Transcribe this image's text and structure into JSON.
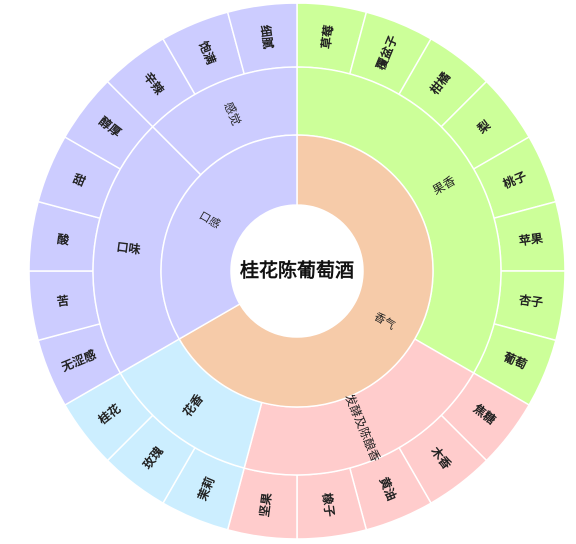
{
  "chart_data": {
    "type": "sunburst",
    "title": "桂花陈葡萄酒",
    "colors": {
      "aroma": "#f6cba9",
      "fruit": "#ccff99",
      "ferment": "#ffcccc",
      "taste": "#ccccff",
      "floral": "#cceeff"
    },
    "levels": {
      "level1": [
        {
          "name": "香气",
          "color_key": "aroma",
          "children_count": 16
        },
        {
          "name": "口感",
          "color_key": "taste",
          "children_count": 8
        }
      ],
      "level2": [
        {
          "name": "果香",
          "parent": "香气",
          "color_key": "fruit",
          "children_count": 8
        },
        {
          "name": "发酵及陈酿香",
          "parent": "香气",
          "color_key": "ferment",
          "children_count": 5
        },
        {
          "name": "花香",
          "parent": "香气",
          "color_key": "floral",
          "children_count": 3
        },
        {
          "name": "口味",
          "parent": "口感",
          "color_key": "taste",
          "children_count": 5
        },
        {
          "name": "感觉",
          "parent": "口感",
          "color_key": "taste",
          "children_count": 3
        }
      ],
      "level3": [
        {
          "name": "草莓",
          "parent": "果香",
          "color_key": "fruit",
          "value": 1
        },
        {
          "name": "覆盆子",
          "parent": "果香",
          "color_key": "fruit",
          "value": 1
        },
        {
          "name": "柑橘",
          "parent": "果香",
          "color_key": "fruit",
          "value": 1
        },
        {
          "name": "梨",
          "parent": "果香",
          "color_key": "fruit",
          "value": 1
        },
        {
          "name": "桃子",
          "parent": "果香",
          "color_key": "fruit",
          "value": 1
        },
        {
          "name": "苹果",
          "parent": "果香",
          "color_key": "fruit",
          "value": 1
        },
        {
          "name": "杏子",
          "parent": "果香",
          "color_key": "fruit",
          "value": 1
        },
        {
          "name": "葡萄",
          "parent": "果香",
          "color_key": "fruit",
          "value": 1
        },
        {
          "name": "焦糖",
          "parent": "发酵及陈酿香",
          "color_key": "ferment",
          "value": 1
        },
        {
          "name": "木香",
          "parent": "发酵及陈酿香",
          "color_key": "ferment",
          "value": 1
        },
        {
          "name": "黄油",
          "parent": "发酵及陈酿香",
          "color_key": "ferment",
          "value": 1
        },
        {
          "name": "橡子",
          "parent": "发酵及陈酿香",
          "color_key": "ferment",
          "value": 1
        },
        {
          "name": "坚果",
          "parent": "发酵及陈酿香",
          "color_key": "ferment",
          "value": 1
        },
        {
          "name": "茉莉",
          "parent": "花香",
          "color_key": "floral",
          "value": 1
        },
        {
          "name": "玫瑰",
          "parent": "花香",
          "color_key": "floral",
          "value": 1
        },
        {
          "name": "桂花",
          "parent": "花香",
          "color_key": "floral",
          "value": 1
        },
        {
          "name": "无涩感",
          "parent": "口味",
          "color_key": "taste",
          "value": 1
        },
        {
          "name": "苦",
          "parent": "口味",
          "color_key": "taste",
          "value": 1
        },
        {
          "name": "酸",
          "parent": "口味",
          "color_key": "taste",
          "value": 1
        },
        {
          "name": "甜",
          "parent": "口味",
          "color_key": "taste",
          "value": 1
        },
        {
          "name": "醇厚",
          "parent": "口味",
          "color_key": "taste",
          "value": 1
        },
        {
          "name": "辛辣",
          "parent": "感觉",
          "color_key": "taste",
          "value": 1
        },
        {
          "name": "饱满",
          "parent": "感觉",
          "color_key": "taste",
          "value": 1
        },
        {
          "name": "细腻",
          "parent": "感觉",
          "color_key": "taste",
          "value": 1
        }
      ]
    }
  }
}
